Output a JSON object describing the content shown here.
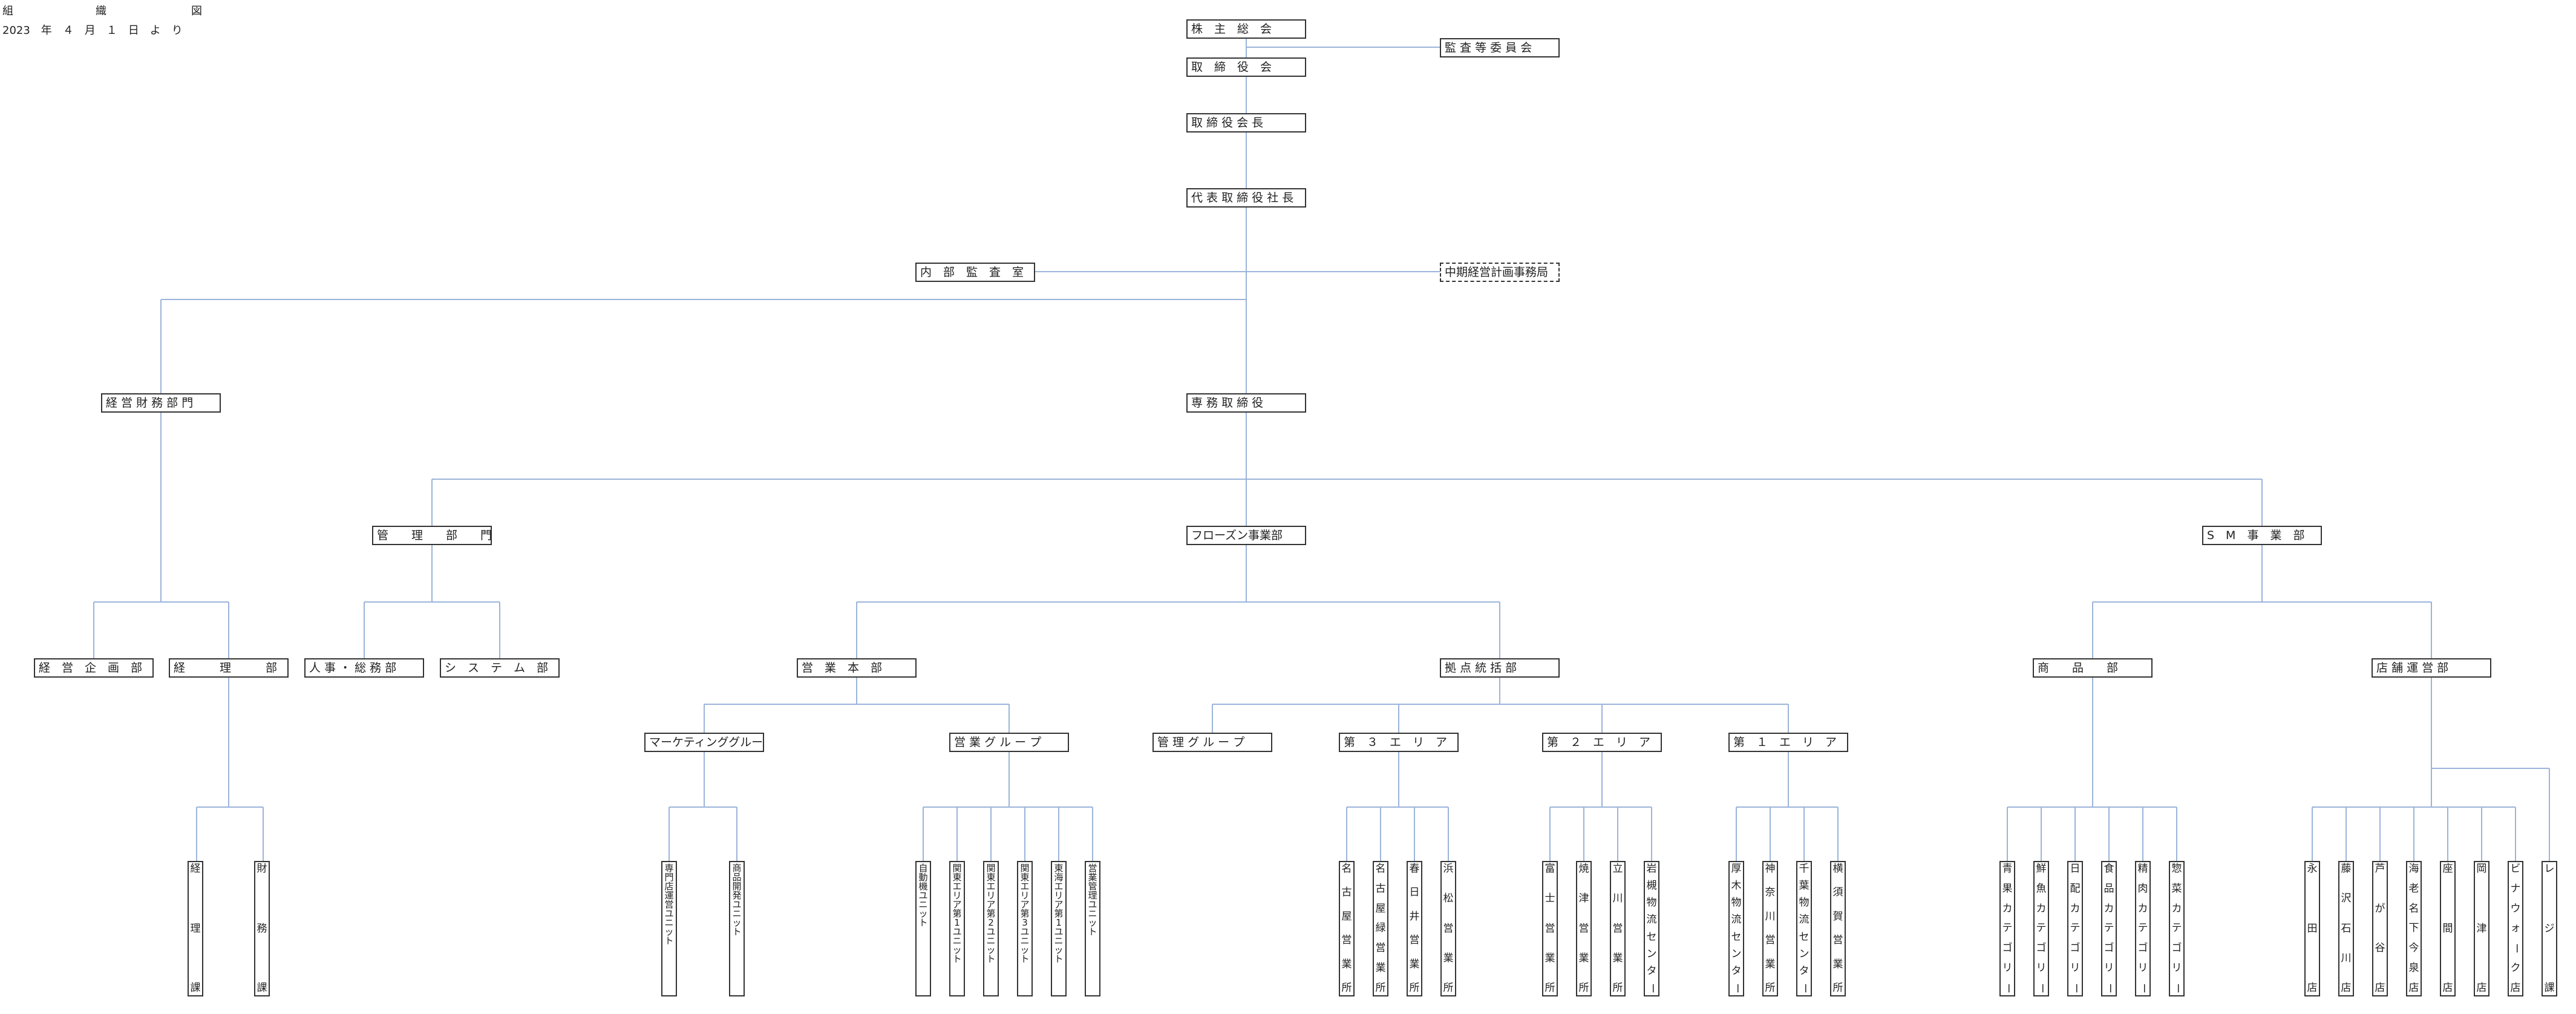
{
  "header": {
    "title_left": "組",
    "title_right": "織",
    "title_end": "図",
    "effective_date": "2023　年　４　月　１　日　よ　り"
  },
  "colors": {
    "line": "#9bb4d9",
    "box_border": "#333333"
  },
  "nodes": {
    "shareholders": "株　主　総　会",
    "audit_committee": "監 査 等 委 員 会",
    "board": "取　締　役　会",
    "chairman": "取 締 役 会 長",
    "president": "代 表 取 締 役 社 長",
    "internal_audit": "内　部　監　査　室",
    "midterm_office": "中期経営計画事務局",
    "finance_hq": "経 営 財 務 部 門",
    "managing_director": "専 務 取 締 役",
    "admin_div": "管　　理　　部　　門",
    "frozen_div": "フローズン事業部",
    "sm_div": "S　M　事　業　部",
    "planning": "経　営　企　画　部",
    "accounting": "経　　　理　　　部",
    "hr_general": "人 事 ・ 総 務 部",
    "systems": "シ　ス　テ　ム　部",
    "sales_hq": "営　業　本　部",
    "base_mgmt": "拠 点 統 括 部",
    "merchandise": "商　　品　　部",
    "store_ops": "店 舗 運 営 部",
    "marketing": "マーケティンググループ",
    "sales_group": "営 業 グ ル ー プ",
    "mgmt_group": "管 理 グ ル ー プ",
    "area3": "第　３　エ　リ　ア",
    "area2": "第　２　エ　リ　ア",
    "area1": "第　１　エ　リ　ア"
  },
  "leaves": {
    "acc_section": "経理課",
    "fin_section": "財務課",
    "store_unit": "専門店運営ユニット",
    "product_unit": "商品開発ユニット",
    "vending_unit": "自動機ユニット",
    "kanto1_unit": "関東エリア第1ユニット",
    "kanto2_unit": "関東エリア第2ユニット",
    "kanto3_unit": "関東エリア第3ユニット",
    "tokai1_unit": "東海エリア第1ユニット",
    "sales_mgmt_unit": "営業管理ユニット",
    "nagoya": "名古屋営業所",
    "nagoya_midori": "名古屋緑営業所",
    "kasugai": "春日井営業所",
    "hamamatsu": "浜松営業所",
    "fuji": "富士営業所",
    "numazu": "焼津営業所",
    "tachikawa": "立川営業所",
    "iwatsuki": "岩槻物流センター",
    "atsugi": "厚木物流センター",
    "kanagawa": "神奈川営業所",
    "chiba": "千葉物流センター",
    "yokosuka": "横須賀営業所",
    "veg": "青果カテゴリー",
    "fish": "鮮魚カテゴリー",
    "daily": "日配カテゴリー",
    "food": "食品カテゴリー",
    "meat": "精肉カテゴリー",
    "deli": "惣菜カテゴリー",
    "nagata": "永田店",
    "fujisawa": "藤沢石川店",
    "ashigaya": "芦が谷店",
    "ebina": "海老名下今泉店",
    "zama": "座間店",
    "okatsu": "岡津店",
    "vinawalk": "ビナウォーク店",
    "register": "レジ課"
  }
}
